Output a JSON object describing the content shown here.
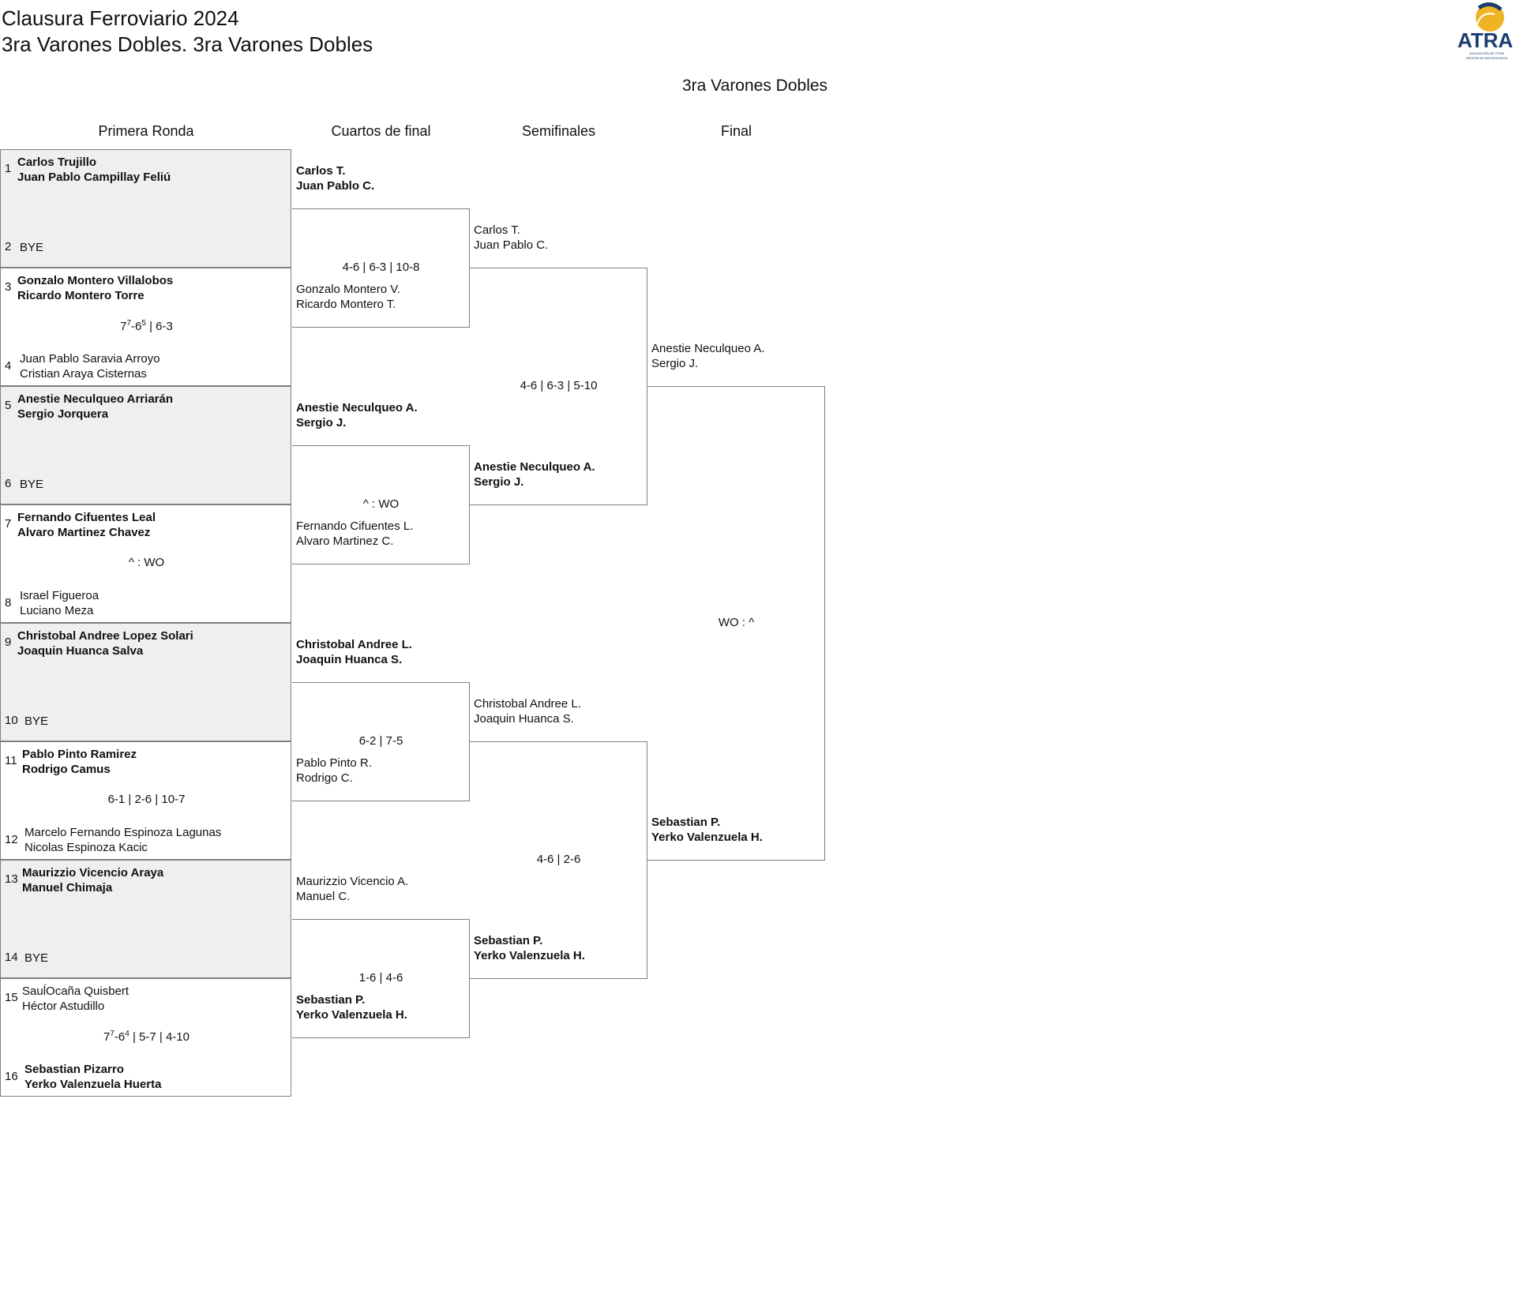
{
  "header": {
    "line1": "Clausura Ferroviario 2024",
    "line2": "3ra Varones Dobles. 3ra Varones Dobles",
    "logo_text": "ATRA",
    "logo_sub": "ASOCIACIÓN DE TENIS REGIÓN DE ANTOFAGASTA"
  },
  "bracket_title": "3ra Varones Dobles",
  "columns": [
    "Primera Ronda",
    "Cuartos de final",
    "Semifinales",
    "Final"
  ],
  "first_round": [
    {
      "seed_a": "1",
      "a1": "Carlos Trujillo",
      "a2": "Juan Pablo Campillay Feliú",
      "seed_b": "2",
      "b1": "BYE",
      "b2": "",
      "winner": "a",
      "score_html": "",
      "bye": true
    },
    {
      "seed_a": "3",
      "a1": "Gonzalo Montero Villalobos",
      "a2": "Ricardo Montero Torre",
      "seed_b": "4",
      "b1": "Juan Pablo Saravia Arroyo",
      "b2": "Cristian Araya Cisternas",
      "winner": "a",
      "score_html": "7<sup>7</sup>-6<sup>5</sup> | 6-3",
      "bye": false
    },
    {
      "seed_a": "5",
      "a1": "Anestie Neculqueo Arriarán",
      "a2": "Sergio Jorquera",
      "seed_b": "6",
      "b1": "BYE",
      "b2": "",
      "winner": "a",
      "score_html": "",
      "bye": true
    },
    {
      "seed_a": "7",
      "a1": "Fernando Cifuentes Leal",
      "a2": "Alvaro Martinez Chavez",
      "seed_b": "8",
      "b1": "Israel Figueroa",
      "b2": "Luciano Meza",
      "winner": "a",
      "score_html": "^ : WO",
      "bye": false
    },
    {
      "seed_a": "9",
      "a1": "Christobal Andree Lopez Solari",
      "a2": "Joaquin Huanca Salva",
      "seed_b": "10",
      "b1": "BYE",
      "b2": "",
      "winner": "a",
      "score_html": "",
      "bye": true
    },
    {
      "seed_a": "11",
      "a1": "Pablo Pinto Ramirez",
      "a2": "Rodrigo Camus",
      "seed_b": "12",
      "b1": "Marcelo Fernando Espinoza Lagunas",
      "b2": "Nicolas Espinoza Kacic",
      "winner": "a",
      "score_html": "6-1 | 2-6 | 10-7",
      "bye": false
    },
    {
      "seed_a": "13",
      "a1": "Maurizzio Vicencio Araya",
      "a2": "Manuel Chimaja",
      "seed_b": "14",
      "b1": "BYE",
      "b2": "",
      "winner": "a",
      "score_html": "",
      "bye": true
    },
    {
      "seed_a": "15",
      "a1": "SauĺOcaña Quisbert",
      "a2": "Héctor Astudillo",
      "seed_b": "16",
      "b1": "Sebastian Pizarro",
      "b2": "Yerko Valenzuela Huerta",
      "winner": "b",
      "score_html": "7<sup>7</sup>-6<sup>4</sup> | 5-7 | 4-10",
      "bye": false
    }
  ],
  "quarterfinals": [
    {
      "a1": "Carlos T.",
      "a2": "Juan Pablo C.",
      "b1": "Gonzalo Montero V.",
      "b2": "Ricardo Montero T.",
      "winner": "a",
      "score": "4-6 | 6-3 | 10-8"
    },
    {
      "a1": "Anestie Neculqueo A.",
      "a2": "Sergio J.",
      "b1": "Fernando Cifuentes L.",
      "b2": "Alvaro Martinez C.",
      "winner": "a",
      "score": "^ : WO"
    },
    {
      "a1": "Christobal Andree L.",
      "a2": "Joaquin Huanca S.",
      "b1": "Pablo Pinto R.",
      "b2": "Rodrigo C.",
      "winner": "a",
      "score": "6-2 | 7-5"
    },
    {
      "a1": "Maurizzio Vicencio A.",
      "a2": "Manuel C.",
      "b1": "Sebastian P.",
      "b2": "Yerko Valenzuela H.",
      "winner": "b",
      "score": "1-6 | 4-6"
    }
  ],
  "semifinals": [
    {
      "a1": "Carlos T.",
      "a2": "Juan Pablo C.",
      "b1": "Anestie Neculqueo A.",
      "b2": "Sergio J.",
      "winner": "b",
      "score": "4-6 | 6-3 | 5-10"
    },
    {
      "a1": "Christobal Andree L.",
      "a2": "Joaquin Huanca S.",
      "b1": "Sebastian P.",
      "b2": "Yerko Valenzuela H.",
      "winner": "b",
      "score": "4-6 | 2-6"
    }
  ],
  "final": {
    "a1": "Anestie Neculqueo A.",
    "a2": "Sergio J.",
    "b1": "Sebastian P.",
    "b2": "Yerko Valenzuela H.",
    "winner": "b",
    "score": "WO : ^"
  }
}
